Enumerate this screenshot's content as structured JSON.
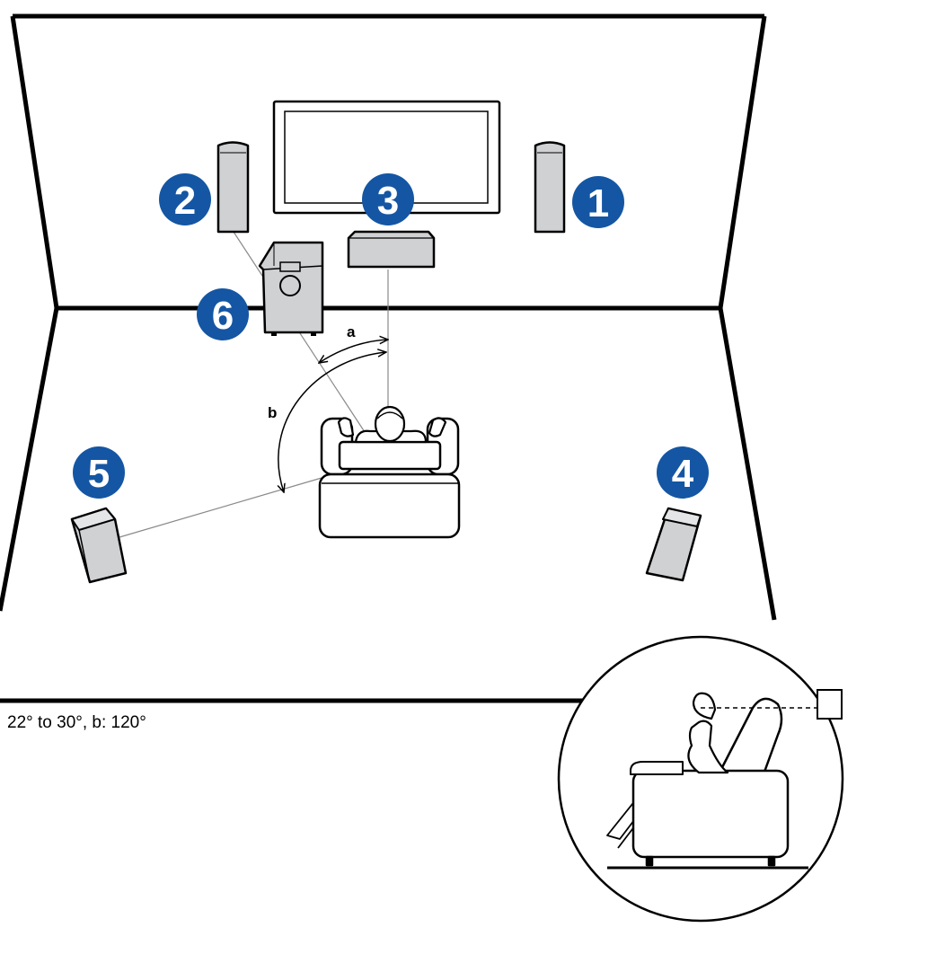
{
  "colors": {
    "badge": "#1456a3",
    "speaker_fill": "#cfd1d3",
    "line": "#000000",
    "guide_line": "#8a8a8a"
  },
  "speakers": [
    {
      "id": "front-right",
      "badge": "1"
    },
    {
      "id": "front-left",
      "badge": "2"
    },
    {
      "id": "center",
      "badge": "3"
    },
    {
      "id": "surround-right",
      "badge": "4"
    },
    {
      "id": "surround-left",
      "badge": "5"
    },
    {
      "id": "subwoofer",
      "badge": "6"
    }
  ],
  "angles": {
    "a_label": "a",
    "b_label": "b"
  },
  "caption": "22° to 30°, b: 120°",
  "icons": [
    "television-icon",
    "sofa-icon",
    "listener-icon",
    "wall-speaker-icon"
  ]
}
